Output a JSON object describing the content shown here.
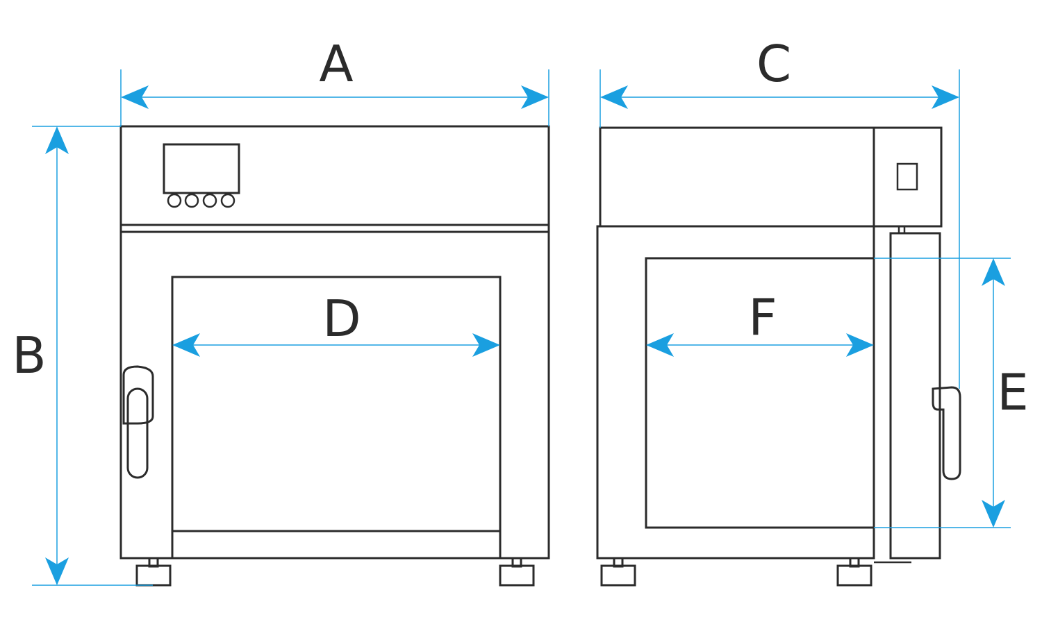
{
  "labels": {
    "a": "A",
    "b": "B",
    "c": "C",
    "d": "D",
    "e": "E",
    "f": "F"
  },
  "colors": {
    "dimension": "#1a9fe0",
    "outline": "#2b2b2b",
    "background": "#ffffff"
  },
  "icons": [
    "control-panel-icon",
    "door-handle-icon",
    "foot-icon"
  ]
}
